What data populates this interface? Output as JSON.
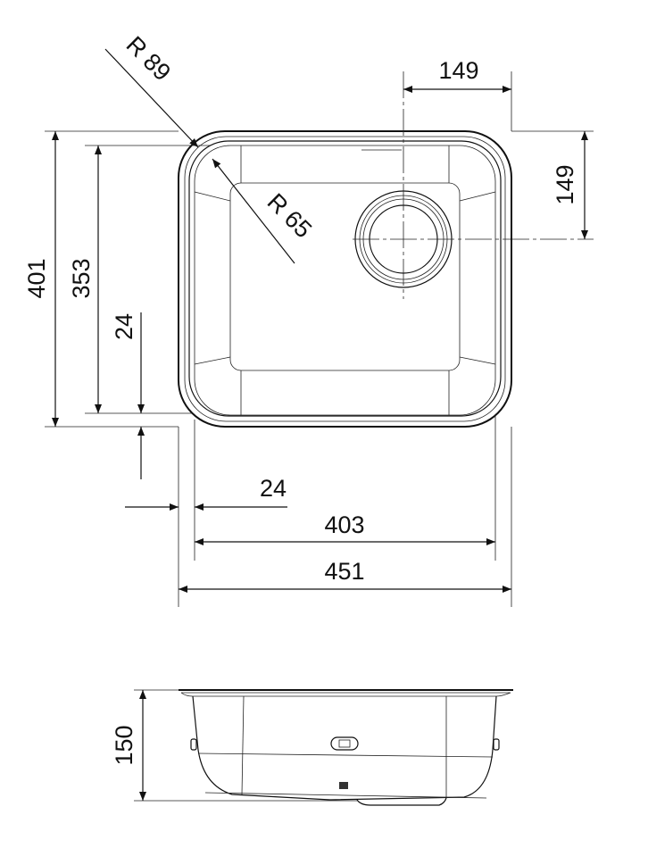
{
  "drawing": {
    "top_view": {
      "corner_radius_outer": "R 89",
      "corner_radius_inner": "R 65",
      "drain_offset_x": "149",
      "drain_offset_y": "149",
      "overall_depth": "401",
      "bowl_depth": "353",
      "flange_vertical": "24",
      "flange_horizontal": "24",
      "bowl_width": "403",
      "overall_width": "451"
    },
    "side_view": {
      "height": "150"
    },
    "line_color": "#111111"
  }
}
